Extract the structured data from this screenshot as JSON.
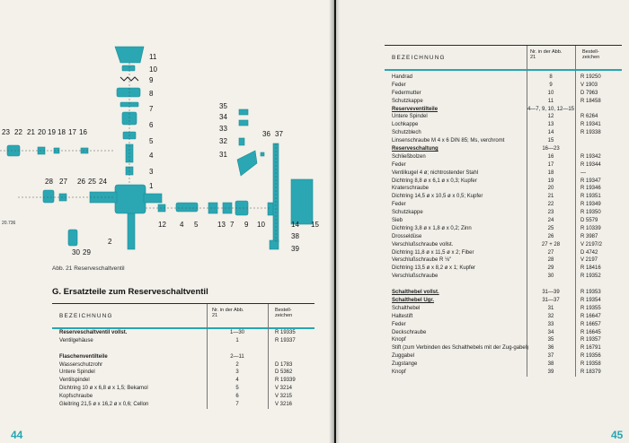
{
  "left_page": {
    "page_number": "44",
    "diagram": {
      "side_label": "20.736",
      "callouts": [
        "23",
        "22",
        "21",
        "20",
        "19",
        "18",
        "17",
        "16",
        "28",
        "27",
        "26",
        "25",
        "24",
        "30",
        "29",
        "2",
        "1",
        "3",
        "4",
        "5",
        "6",
        "7",
        "8",
        "9",
        "10",
        "11",
        "12",
        "4",
        "5",
        "13",
        "7",
        "9",
        "10",
        "35",
        "34",
        "33",
        "32",
        "31",
        "36",
        "37",
        "38",
        "39",
        "14",
        "15"
      ]
    },
    "caption": "Abb. 21   Reserveschaltventil",
    "section_title": "G. Ersatzteile zum Reserveschaltventil",
    "table": {
      "col_desc": "BEZEICHNUNG",
      "col_num": "Nr. in der Abb. 21",
      "col_code": "Bestell-zeichen",
      "rows": [
        {
          "desc": "Reserveschaltventil vollst.",
          "num": "1—30",
          "code": "R 19335",
          "style": "bold"
        },
        {
          "desc": "Ventilgehäuse",
          "num": "1",
          "code": "R 19337",
          "style": ""
        },
        {
          "desc": "",
          "num": "",
          "code": "",
          "style": ""
        },
        {
          "desc": "Flaschenventilteile",
          "num": "2—11",
          "code": "",
          "style": "bold"
        },
        {
          "desc": "Wasserschutzrohr",
          "num": "2",
          "code": "D 1783",
          "style": ""
        },
        {
          "desc": "Untere Spindel",
          "num": "3",
          "code": "D 5362",
          "style": ""
        },
        {
          "desc": "Ventilspindel",
          "num": "4",
          "code": "R 19339",
          "style": ""
        },
        {
          "desc": "Dichtring 10 ø x 6,8 ø x 1,5; Bekamol",
          "num": "5",
          "code": "V 3214",
          "style": ""
        },
        {
          "desc": "Kopfschraube",
          "num": "6",
          "code": "V 3215",
          "style": ""
        },
        {
          "desc": "Gleitring 21,5 ø x 16,2 ø x 0,6; Cellon",
          "num": "7",
          "code": "V 3216",
          "style": ""
        }
      ]
    }
  },
  "right_page": {
    "page_number": "45",
    "table": {
      "col_desc": "BEZEICHNUNG",
      "col_num": "Nr. in der Abb. 21",
      "col_code": "Bestell-zeichen",
      "rows": [
        {
          "desc": "Handrad",
          "num": "8",
          "code": "R 19250",
          "style": ""
        },
        {
          "desc": "Feder",
          "num": "9",
          "code": "V 1903",
          "style": ""
        },
        {
          "desc": "Federmutter",
          "num": "10",
          "code": "D 7963",
          "style": ""
        },
        {
          "desc": "Schutzkappe",
          "num": "11",
          "code": "R 18458",
          "style": ""
        },
        {
          "desc": "Reserveventilteile",
          "num": "4—7, 9, 10, 12—15",
          "code": "",
          "style": "bold ul"
        },
        {
          "desc": "Untere Spindel",
          "num": "12",
          "code": "R 6264",
          "style": ""
        },
        {
          "desc": "Lochkappe",
          "num": "13",
          "code": "R 19341",
          "style": ""
        },
        {
          "desc": "Schutzblech",
          "num": "14",
          "code": "R 19338",
          "style": ""
        },
        {
          "desc": "Linsenschraube M 4 x 6 DIN 85; Ms, verchromt",
          "num": "15",
          "code": "",
          "style": ""
        },
        {
          "desc": "Reserveschaltung",
          "num": "16—23",
          "code": "",
          "style": "bold ul"
        },
        {
          "desc": "Schließbolzen",
          "num": "16",
          "code": "R 19342",
          "style": ""
        },
        {
          "desc": "Feder",
          "num": "17",
          "code": "R 19344",
          "style": ""
        },
        {
          "desc": "Ventilkugel 4 ø; nichtrostender Stahl",
          "num": "18",
          "code": "—",
          "style": ""
        },
        {
          "desc": "Dichtring 8,8 ø x 6,1 ø x 0,3; Kupfer",
          "num": "19",
          "code": "R 19347",
          "style": ""
        },
        {
          "desc": "Kraterschraube",
          "num": "20",
          "code": "R 19346",
          "style": ""
        },
        {
          "desc": "Dichtring 14,5 ø x 10,5 ø x 0,5; Kupfer",
          "num": "21",
          "code": "R 19351",
          "style": ""
        },
        {
          "desc": "Feder",
          "num": "22",
          "code": "R 19349",
          "style": ""
        },
        {
          "desc": "Schutzkappe",
          "num": "23",
          "code": "R 19350",
          "style": ""
        },
        {
          "desc": "Sieb",
          "num": "24",
          "code": "D 5579",
          "style": ""
        },
        {
          "desc": "Dichtring 3,8 ø x 1,8 ø x 0,2; Zinn",
          "num": "25",
          "code": "R 10339",
          "style": ""
        },
        {
          "desc": "Drosseldüse",
          "num": "26",
          "code": "R 3987",
          "style": ""
        },
        {
          "desc": "Verschlußschraube vollst.",
          "num": "27 + 28",
          "code": "V 2197/2",
          "style": ""
        },
        {
          "desc": "Dichtring 11,8 ø x 11,5 ø x 2; Fiber",
          "num": "27",
          "code": "D 4742",
          "style": ""
        },
        {
          "desc": "Verschlußschraube R ⅛\"",
          "num": "28",
          "code": "V 2197",
          "style": ""
        },
        {
          "desc": "Dichtring 13,5 ø x 8,2 ø x 1; Kupfer",
          "num": "29",
          "code": "R 18416",
          "style": ""
        },
        {
          "desc": "Verschlußschraube",
          "num": "30",
          "code": "R 19352",
          "style": ""
        },
        {
          "desc": "",
          "num": "",
          "code": "",
          "style": ""
        },
        {
          "desc": "Schalthebel vollst.",
          "num": "31—39",
          "code": "R 19353",
          "style": "bold ul"
        },
        {
          "desc": "Schalthebel Ugr.",
          "num": "31—37",
          "code": "R 19354",
          "style": "bold ul"
        },
        {
          "desc": "Schalthebel",
          "num": "31",
          "code": "R 19355",
          "style": ""
        },
        {
          "desc": "Haltestift",
          "num": "32",
          "code": "R 16647",
          "style": ""
        },
        {
          "desc": "Feder",
          "num": "33",
          "code": "R 16657",
          "style": ""
        },
        {
          "desc": "Deckschraube",
          "num": "34",
          "code": "R 16645",
          "style": ""
        },
        {
          "desc": "Knopf",
          "num": "35",
          "code": "R 19357",
          "style": ""
        },
        {
          "desc": "Stift (zum Verbinden des Schalthebels mit der Zug-gabel)",
          "num": "36",
          "code": "R 16791",
          "style": ""
        },
        {
          "desc": "Zuggabel",
          "num": "37",
          "code": "R 19356",
          "style": ""
        },
        {
          "desc": "Zugstange",
          "num": "38",
          "code": "R 19358",
          "style": ""
        },
        {
          "desc": "Knopf",
          "num": "39",
          "code": "R 18379",
          "style": ""
        }
      ]
    }
  },
  "colors": {
    "accent": "#27a6b2",
    "ink": "#222222",
    "paper": "#f3f1ea"
  }
}
